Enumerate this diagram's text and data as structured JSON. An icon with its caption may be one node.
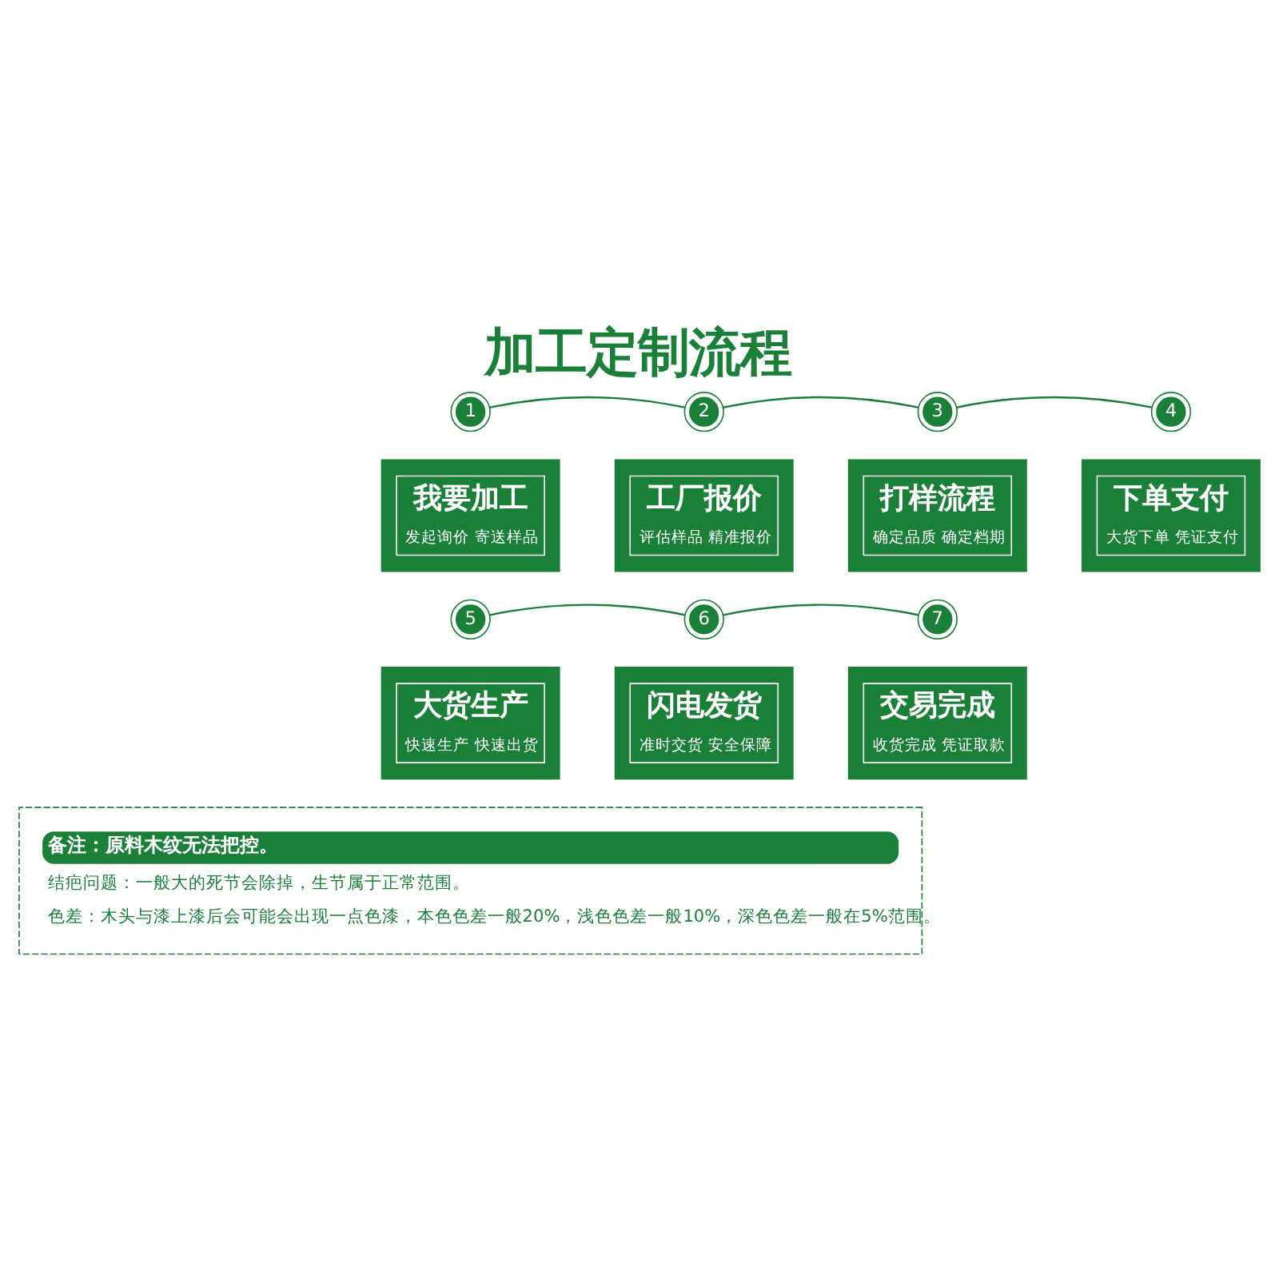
{
  "diagram": {
    "title": "加工定制流程",
    "nodes": [
      {
        "text": [
          "1"
        ]
      },
      {
        "text": [
          "2"
        ]
      },
      {
        "text": [
          "3"
        ]
      },
      {
        "text": [
          "4"
        ]
      },
      {
        "text": [
          "我要加工",
          "发起询价 寄送样品"
        ]
      },
      {
        "text": [
          "工厂报价",
          "评估样品 精准报价"
        ]
      },
      {
        "text": [
          "打样流程",
          "确定品质 确定档期"
        ]
      },
      {
        "text": [
          "下单支付",
          "大货下单 凭证支付"
        ]
      },
      {
        "text": [
          "5"
        ]
      },
      {
        "text": [
          "6"
        ]
      },
      {
        "text": [
          "7"
        ]
      },
      {
        "text": [
          "大货生产",
          "快速生产 快速出货"
        ]
      },
      {
        "text": [
          "闪电发货",
          "准时交货 安全保障"
        ]
      },
      {
        "text": [
          "交易完成",
          "收货完成 凭证取款"
        ]
      },
      {
        "text": [
          "备注：原料木纹无法把控。",
          "结疤问题：一般大的死节会除掉，生节属于正常范围。",
          "色差：木头与漆上漆后会可能会出现一点色漆，本色色差一般20%，浅色色差一般10%，深色色差一般在5%范围。"
        ]
      }
    ],
    "edges": [
      {
        "from": 0,
        "to": 1,
        "arrow": "none"
      },
      {
        "from": 1,
        "to": 2,
        "arrow": "none"
      },
      {
        "from": 2,
        "to": 3,
        "arrow": "none"
      },
      {
        "from": 8,
        "to": 9,
        "arrow": "none"
      },
      {
        "from": 9,
        "to": 10,
        "arrow": "none"
      }
    ]
  }
}
